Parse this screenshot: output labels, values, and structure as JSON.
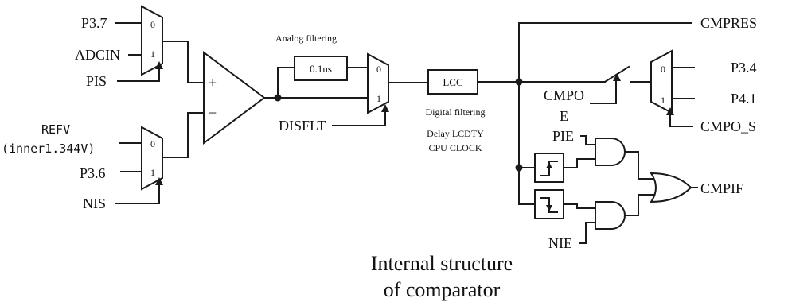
{
  "inputs": {
    "p37": "P3.7",
    "adcin": "ADCIN",
    "pis": "PIS",
    "refv": "REFV",
    "refv_sub": "(inner1.344V)",
    "p36": "P3.6",
    "nis": "NIS"
  },
  "mux": {
    "sel0": "0",
    "sel1": "1"
  },
  "comparator": {
    "plus": "+",
    "minus": "−"
  },
  "filter": {
    "analog_label": "Analog filtering",
    "analog_value": "0.1us",
    "disflt": "DISFLT",
    "lcc": "LCC",
    "digital_line1": "Digital filtering",
    "digital_line2": "Delay LCDTY",
    "digital_line3": "CPU CLOCK"
  },
  "outputs": {
    "cmpres": "CMPRES",
    "cmpoe_line1": "CMPO",
    "cmpoe_line2": "E",
    "p34": "P3.4",
    "p41": "P4.1",
    "cmpo_s": "CMPO_S",
    "pie": "PIE",
    "nie": "NIE",
    "cmpif": "CMPIF"
  },
  "caption": {
    "line1": "Internal structure",
    "line2": "of comparator"
  }
}
